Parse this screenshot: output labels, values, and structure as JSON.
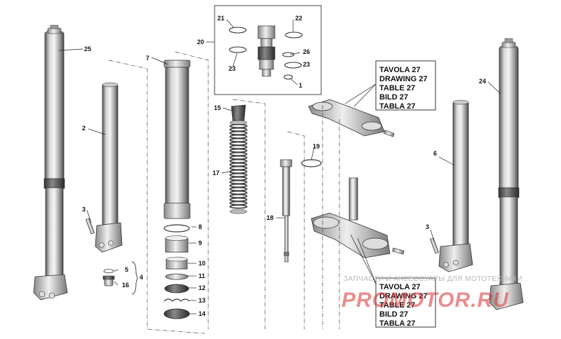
{
  "parts": {
    "p1": "1",
    "p2": "2",
    "p3a": "3",
    "p3b": "3",
    "p4": "4",
    "p5": "5",
    "p6": "6",
    "p7": "7",
    "p8": "8",
    "p9": "9",
    "p10": "10",
    "p11": "11",
    "p12": "12",
    "p13": "13",
    "p14": "14",
    "p15": "15",
    "p16": "16",
    "p17": "17",
    "p18": "18",
    "p19": "19",
    "p20": "20",
    "p21": "21",
    "p22": "22",
    "p23a": "23",
    "p23b": "23",
    "p24": "24",
    "p25": "25",
    "p26": "26"
  },
  "reference_boxes": {
    "upper": [
      "TAVOLA 27",
      "DRAWING 27",
      "TABLE 27",
      "BILD 27",
      "TABLA 27"
    ],
    "lower": [
      "TAVOLA 27",
      "DRAWING 27",
      "TABLE 27",
      "BILD 27",
      "TABLA 27"
    ]
  },
  "watermark": {
    "tagline": "ЗАПЧАСТИ И АКСЕССУАРЫ ДЛЯ МОТОТЕХНИКИ",
    "brand": "PROMOTOR.RU"
  }
}
